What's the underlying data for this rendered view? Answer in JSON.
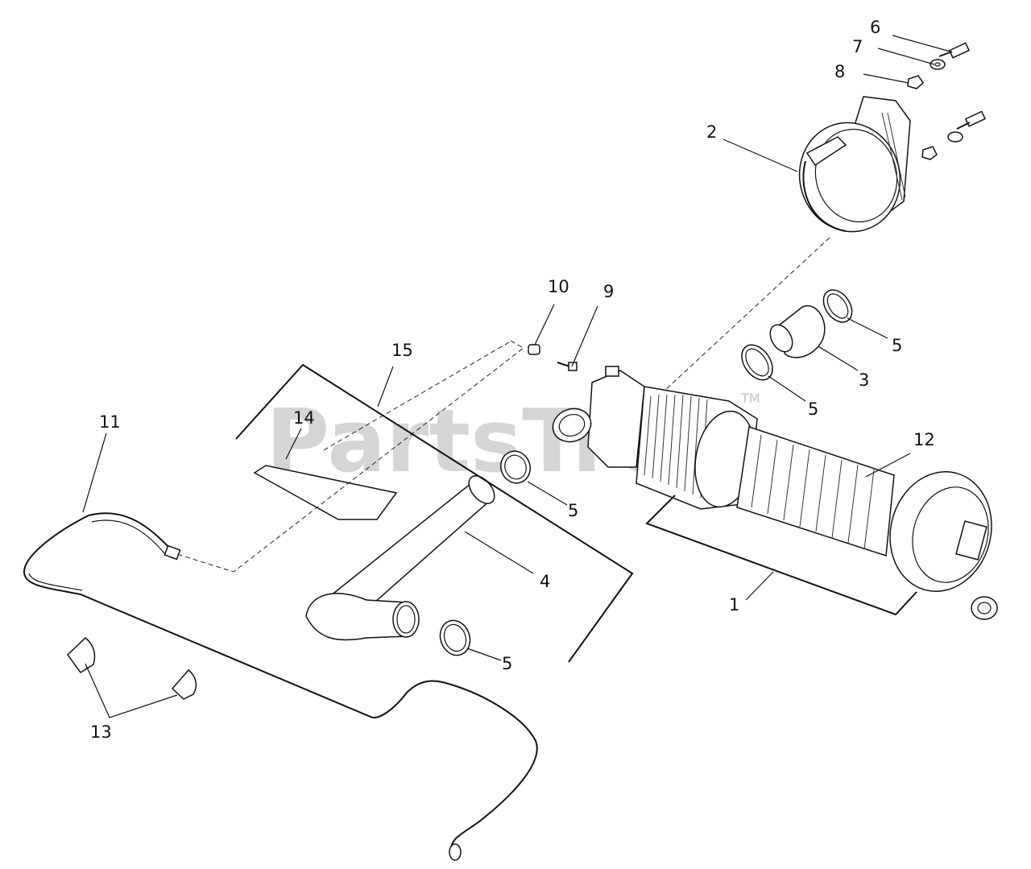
{
  "watermark": {
    "text": "PartsTree",
    "trademark": "TM"
  },
  "callouts": {
    "c1": "1",
    "c2": "2",
    "c3": "3",
    "c4": "4",
    "c5a": "5",
    "c5b": "5",
    "c5c": "5",
    "c5d": "5",
    "c6": "6",
    "c7": "7",
    "c8": "8",
    "c9": "9",
    "c10": "10",
    "c11": "11",
    "c12": "12",
    "c13": "13",
    "c14": "14",
    "c15": "15"
  }
}
